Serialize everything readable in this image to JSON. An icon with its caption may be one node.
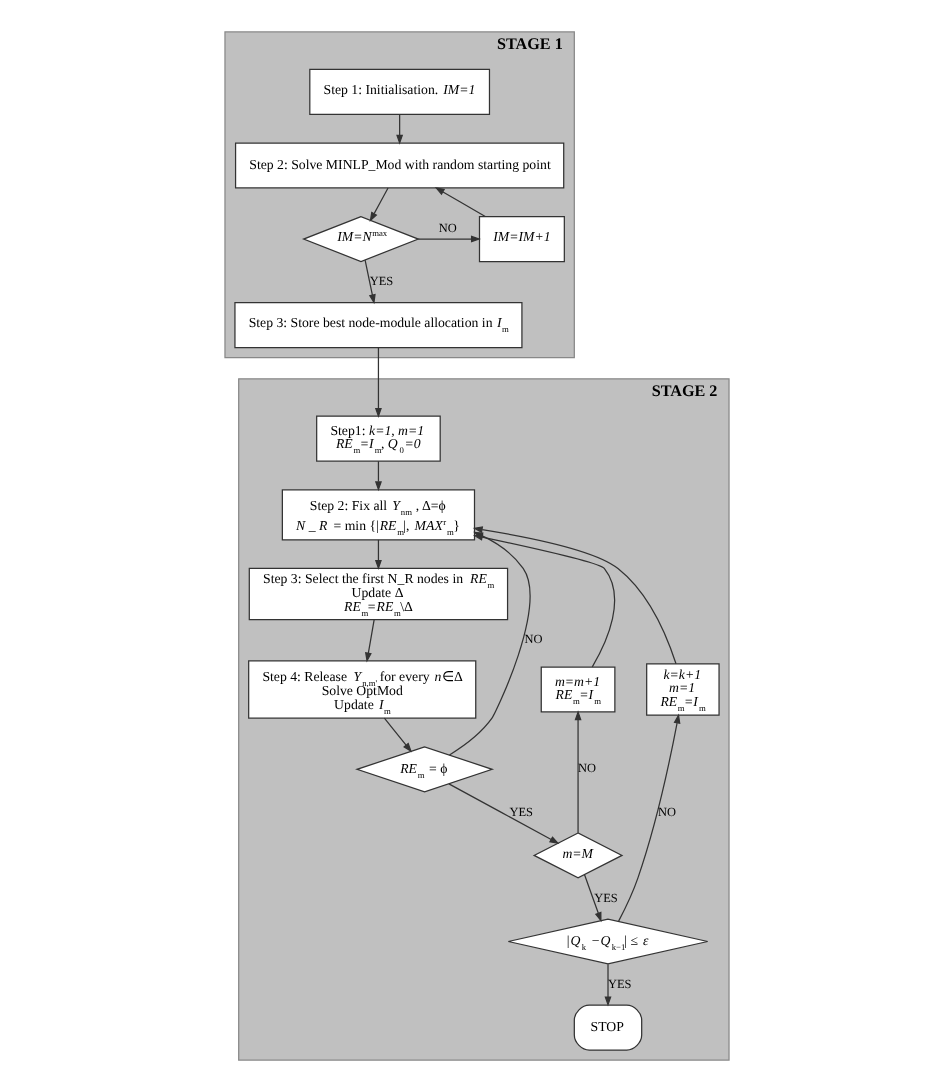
{
  "diagram": {
    "nodes": [
      {
        "text": [
          "STAGE 1"
        ]
      },
      {
        "text": [
          "Step 1: Initialisation. *IM=1*"
        ],
        "in": 0
      },
      {
        "text": [
          "Step 2: Solve MINLP_Mod with random starting point"
        ],
        "in": 0
      },
      {
        "text": [
          "*IM=N*$^{max}$"
        ],
        "in": 0
      },
      {
        "text": [
          "*IM=IM+1*"
        ],
        "in": 0
      },
      {
        "text": [
          "Step 3: Store best node-module allocation in *I*$_{m}$"
        ],
        "in": 0
      },
      {
        "text": [
          "STAGE 2"
        ]
      },
      {
        "text": [
          "Step1: *k=1, m=1*",
          "*RE*$_{m}$*=I*$_{m}$*, Q*$_{0}$*=0*"
        ],
        "in": 6
      },
      {
        "text": [
          "Step 2: Fix all *Y*$_{nm}$ , Δ=ϕ",
          "*N _ R* = min {|*RE*$_{m}$|, *MAX*$^{r}$$_{m}$}"
        ],
        "in": 6
      },
      {
        "text": [
          "Step 3: Select the first N_R nodes in *RE*$_{m}$",
          "Update Δ",
          "*RE*$_{m}$=*RE*$_{m}$\\Δ"
        ],
        "in": 6
      },
      {
        "text": [
          "Step 4: Release *Y*$_{n,m'}$ for every *n*∈Δ",
          "Solve OptMod",
          "Update *I*$_{m}$"
        ],
        "in": 6
      },
      {
        "text": [
          "*RE*$_{m}$ = ϕ"
        ],
        "in": 6
      },
      {
        "text": [
          "*m=M*"
        ],
        "in": 6
      },
      {
        "text": [
          "|*Q*$_{k}$ −*Q*$_{k−1}$| ≤ *ε*"
        ],
        "in": 6
      },
      {
        "text": [
          "STOP"
        ],
        "in": 6
      },
      {
        "text": [
          "*m=m+1*",
          "*RE*$_{m}$*=I*$_{m}$"
        ],
        "in": 6
      },
      {
        "text": [
          "*k=k+1*",
          "*m=1*",
          "*RE*$_{m}$*=I*$_{m}$"
        ],
        "in": 6
      }
    ],
    "edges": [
      {
        "from": 1,
        "to": 2,
        "arrow": "to"
      },
      {
        "from": 2,
        "to": 3,
        "arrow": "to"
      },
      {
        "from": 3,
        "to": 4,
        "arrow": "to",
        "label": "NO"
      },
      {
        "from": 4,
        "to": 2,
        "arrow": "to"
      },
      {
        "from": 3,
        "to": 5,
        "arrow": "to",
        "label": "YES"
      },
      {
        "from": 5,
        "to": 7,
        "arrow": "to"
      },
      {
        "from": 7,
        "to": 8,
        "arrow": "to"
      },
      {
        "from": 8,
        "to": 9,
        "arrow": "to"
      },
      {
        "from": 9,
        "to": 10,
        "arrow": "to"
      },
      {
        "from": 10,
        "to": 11,
        "arrow": "to"
      },
      {
        "from": 11,
        "to": 8,
        "arrow": "to",
        "label": "NO"
      },
      {
        "from": 11,
        "to": 12,
        "arrow": "to",
        "label": "YES"
      },
      {
        "from": 12,
        "to": 15,
        "arrow": "to",
        "label": "NO"
      },
      {
        "from": 15,
        "to": 8,
        "arrow": "to"
      },
      {
        "from": 12,
        "to": 13,
        "arrow": "to",
        "label": "YES"
      },
      {
        "from": 13,
        "to": 16,
        "arrow": "to",
        "label": "NO"
      },
      {
        "from": 16,
        "to": 8,
        "arrow": "to"
      },
      {
        "from": 13,
        "to": 14,
        "arrow": "to",
        "label": "YES"
      }
    ]
  }
}
